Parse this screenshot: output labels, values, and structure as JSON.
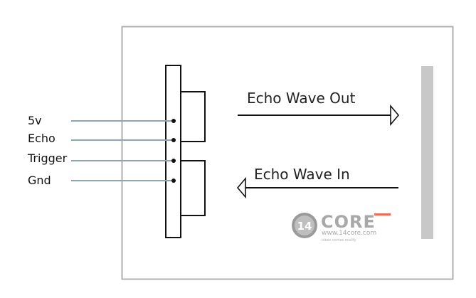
{
  "diagram": {
    "pins": [
      {
        "label": "5v"
      },
      {
        "label": "Echo"
      },
      {
        "label": "Trigger"
      },
      {
        "label": "Gnd"
      }
    ],
    "wave_out_label": "Echo Wave Out",
    "wave_in_label": "Echo Wave In"
  },
  "watermark": {
    "number": "14",
    "brand": "CORE",
    "url": "www.14core.com",
    "tagline": "ideas comes reality"
  },
  "colors": {
    "wire": "#8fa5b0",
    "outline": "#111111",
    "frame": "#b0b0b0",
    "reflector": "#c8c8c8",
    "brand_red": "#e8533a"
  }
}
